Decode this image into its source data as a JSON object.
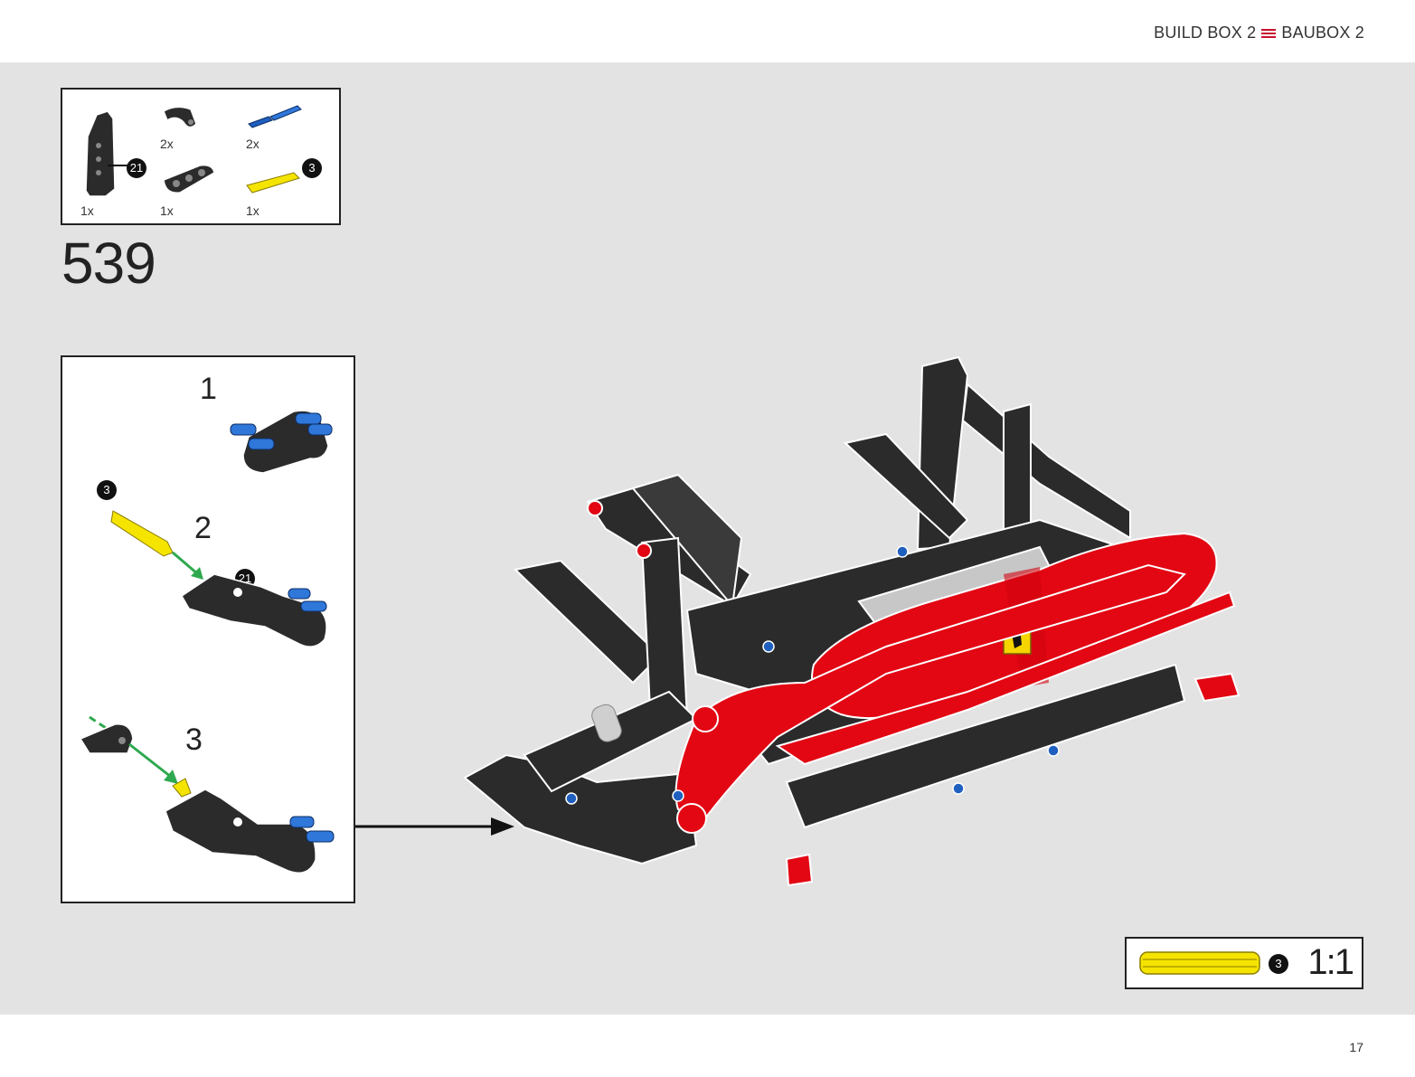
{
  "header": {
    "title_en": "BUILD BOX 2",
    "title_de": "BAUBOX 2",
    "menu_icon": "hamburger-icon",
    "accent_color": "#c8102e"
  },
  "parts_list": {
    "items": [
      {
        "name": "panel-part",
        "qty": "1x",
        "size": "21"
      },
      {
        "name": "curved-beam-part",
        "qty": "2x"
      },
      {
        "name": "blue-pin-part",
        "qty": "2x"
      },
      {
        "name": "black-beam-part",
        "qty": "1x"
      },
      {
        "name": "yellow-axle-part",
        "qty": "1x",
        "size": "3"
      }
    ]
  },
  "step": {
    "number": "539"
  },
  "substeps": {
    "items": [
      {
        "label": "1"
      },
      {
        "label": "2",
        "axle_size": "3",
        "panel_size": "21"
      },
      {
        "label": "3"
      }
    ]
  },
  "scale": {
    "axle_size": "3",
    "ratio": "1:1",
    "axle_color": "#f5e400"
  },
  "footer": {
    "page_number": "17"
  },
  "colors": {
    "red": "#e30613",
    "black": "#2b2b2b",
    "blue": "#1f5fbf",
    "yellow": "#f5e400",
    "background": "#e3e3e3"
  }
}
